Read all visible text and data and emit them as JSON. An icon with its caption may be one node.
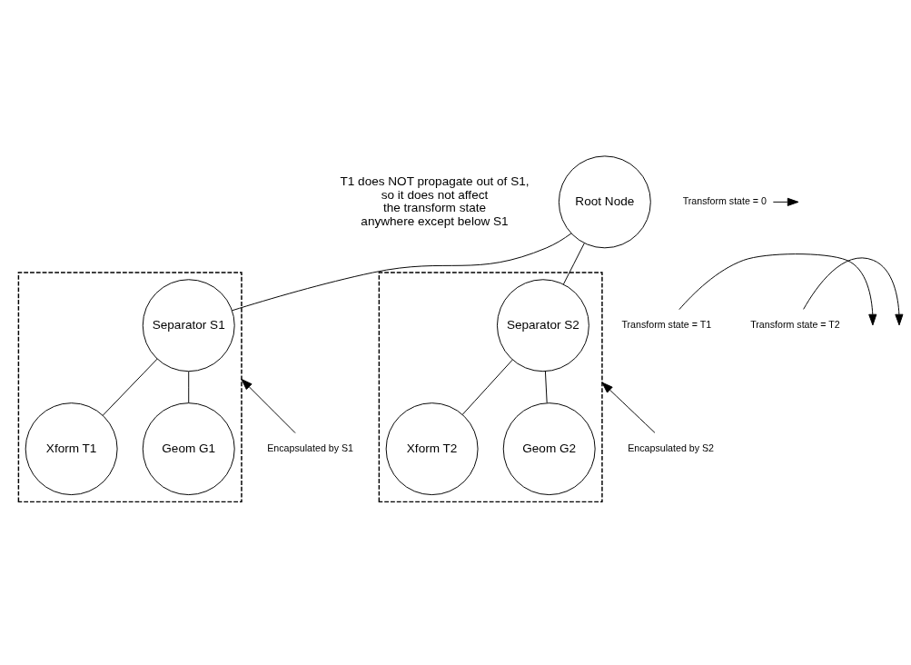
{
  "diagram": {
    "nodes": [
      {
        "text": [
          "Root Node"
        ]
      },
      {
        "text": [
          "Transform state = 0"
        ]
      },
      {
        "text": [],
        "shape": "box"
      },
      {
        "text": [
          "Separator S1"
        ],
        "in": 2
      },
      {
        "text": [],
        "shape": "box"
      },
      {
        "text": [
          "Separator S2"
        ],
        "in": 4
      },
      {
        "text": [
          "Transform state = T1"
        ]
      },
      {
        "text": [
          "Transform state = T2"
        ]
      },
      {
        "text": [
          "Xform T1"
        ],
        "in": 2
      },
      {
        "text": [
          "Geom G1"
        ],
        "in": 2
      },
      {
        "text": [
          "Xform T2"
        ],
        "in": 4
      },
      {
        "text": [
          "Geom G2"
        ],
        "in": 4
      },
      {
        "text": [
          "Encapsulated by S1"
        ]
      },
      {
        "text": [
          "Encapsulated by S2"
        ]
      }
    ],
    "edges": [
      {
        "from": 0,
        "to": 3,
        "arrow": "none"
      },
      {
        "from": 0,
        "to": 5,
        "arrow": "none"
      },
      {
        "from": 3,
        "to": 8,
        "arrow": "none"
      },
      {
        "from": 3,
        "to": 9,
        "arrow": "none"
      },
      {
        "from": 5,
        "to": 10,
        "arrow": "none"
      },
      {
        "from": 5,
        "to": 11,
        "arrow": "none"
      },
      {
        "from": 1,
        "to": null,
        "arrow": "to"
      },
      {
        "from": 6,
        "to": null,
        "arrow": "to"
      },
      {
        "from": 7,
        "to": null,
        "arrow": "to"
      },
      {
        "from": 12,
        "to": 2,
        "arrow": "to"
      },
      {
        "from": 13,
        "to": 4,
        "arrow": "to"
      }
    ],
    "labels": [
      "T1 does NOT propagate out of S1, so it does not affect the transform state anywhere except below S1"
    ]
  }
}
